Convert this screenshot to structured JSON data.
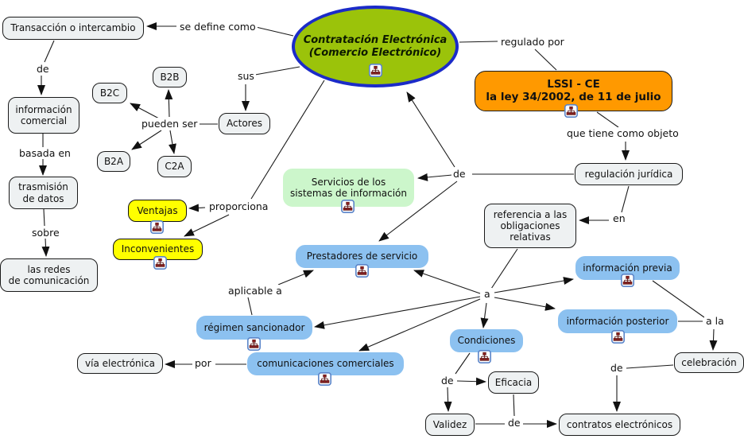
{
  "root": {
    "label": "Contratación Electrónica\n(Comercio Electrónico)"
  },
  "law": {
    "label": "LSSI - CE\nla ley 34/2002, de 11 de julio"
  },
  "concepts": {
    "transaccion": "Transacción o intercambio",
    "info_comercial": "información\ncomercial",
    "trasmision": "trasmisión\nde datos",
    "redes": "las redes\nde  comunicación",
    "b2c": "B2C",
    "b2b": "B2B",
    "b2a": "B2A",
    "c2a": "C2A",
    "actores": "Actores",
    "ventajas": "Ventajas",
    "inconvenientes": "Inconvenientes",
    "servicios": "Servicios de los\nsistemas de información",
    "regulacion": "regulación jurídica",
    "referencia": "referencia a las\nobligaciones\nrelativas",
    "prestadores": "Prestadores de servicio",
    "info_previa": "información previa",
    "info_posterior": "información posterior",
    "celebracion": "celebración",
    "regimen": "régimen sancionador",
    "comunicaciones": "comunicaciones comerciales",
    "via_electronica": "vía electrónica",
    "condiciones": "Condiciones",
    "eficacia": "Eficacia",
    "validez": "Validez",
    "contratos": "contratos electrónicos"
  },
  "linking_phrases": {
    "se_define_como": "se define como",
    "de_transaccion": "de",
    "basada_en": "basada en",
    "sobre": "sobre",
    "pueden_ser": "pueden ser",
    "sus": "sus",
    "proporciona": "proporciona",
    "regulado_por": "regulado por",
    "que_tiene_como_objeto": "que tiene como objeto",
    "de_regulacion": "de",
    "en": "en",
    "a": "a",
    "aplicable_a": "aplicable a",
    "por": "por",
    "a_la": "a la",
    "de_condiciones": "de",
    "de_celebracion": "de",
    "de_validez": "de"
  },
  "icons": {
    "resource_icon_meaning": "linked-subconcept-map-icon"
  },
  "colors": {
    "background": "#ffffff",
    "root_fill": "#9bc30a",
    "root_border": "#1b2bc8",
    "law_fill": "#ff9900",
    "concept_default_fill": "#eef1f2",
    "concept_highlight_blue": "#8cc1f0",
    "concept_yellow": "#ffff00",
    "concept_green": "#ccf6cb",
    "line_color": "#1a1a1a"
  }
}
